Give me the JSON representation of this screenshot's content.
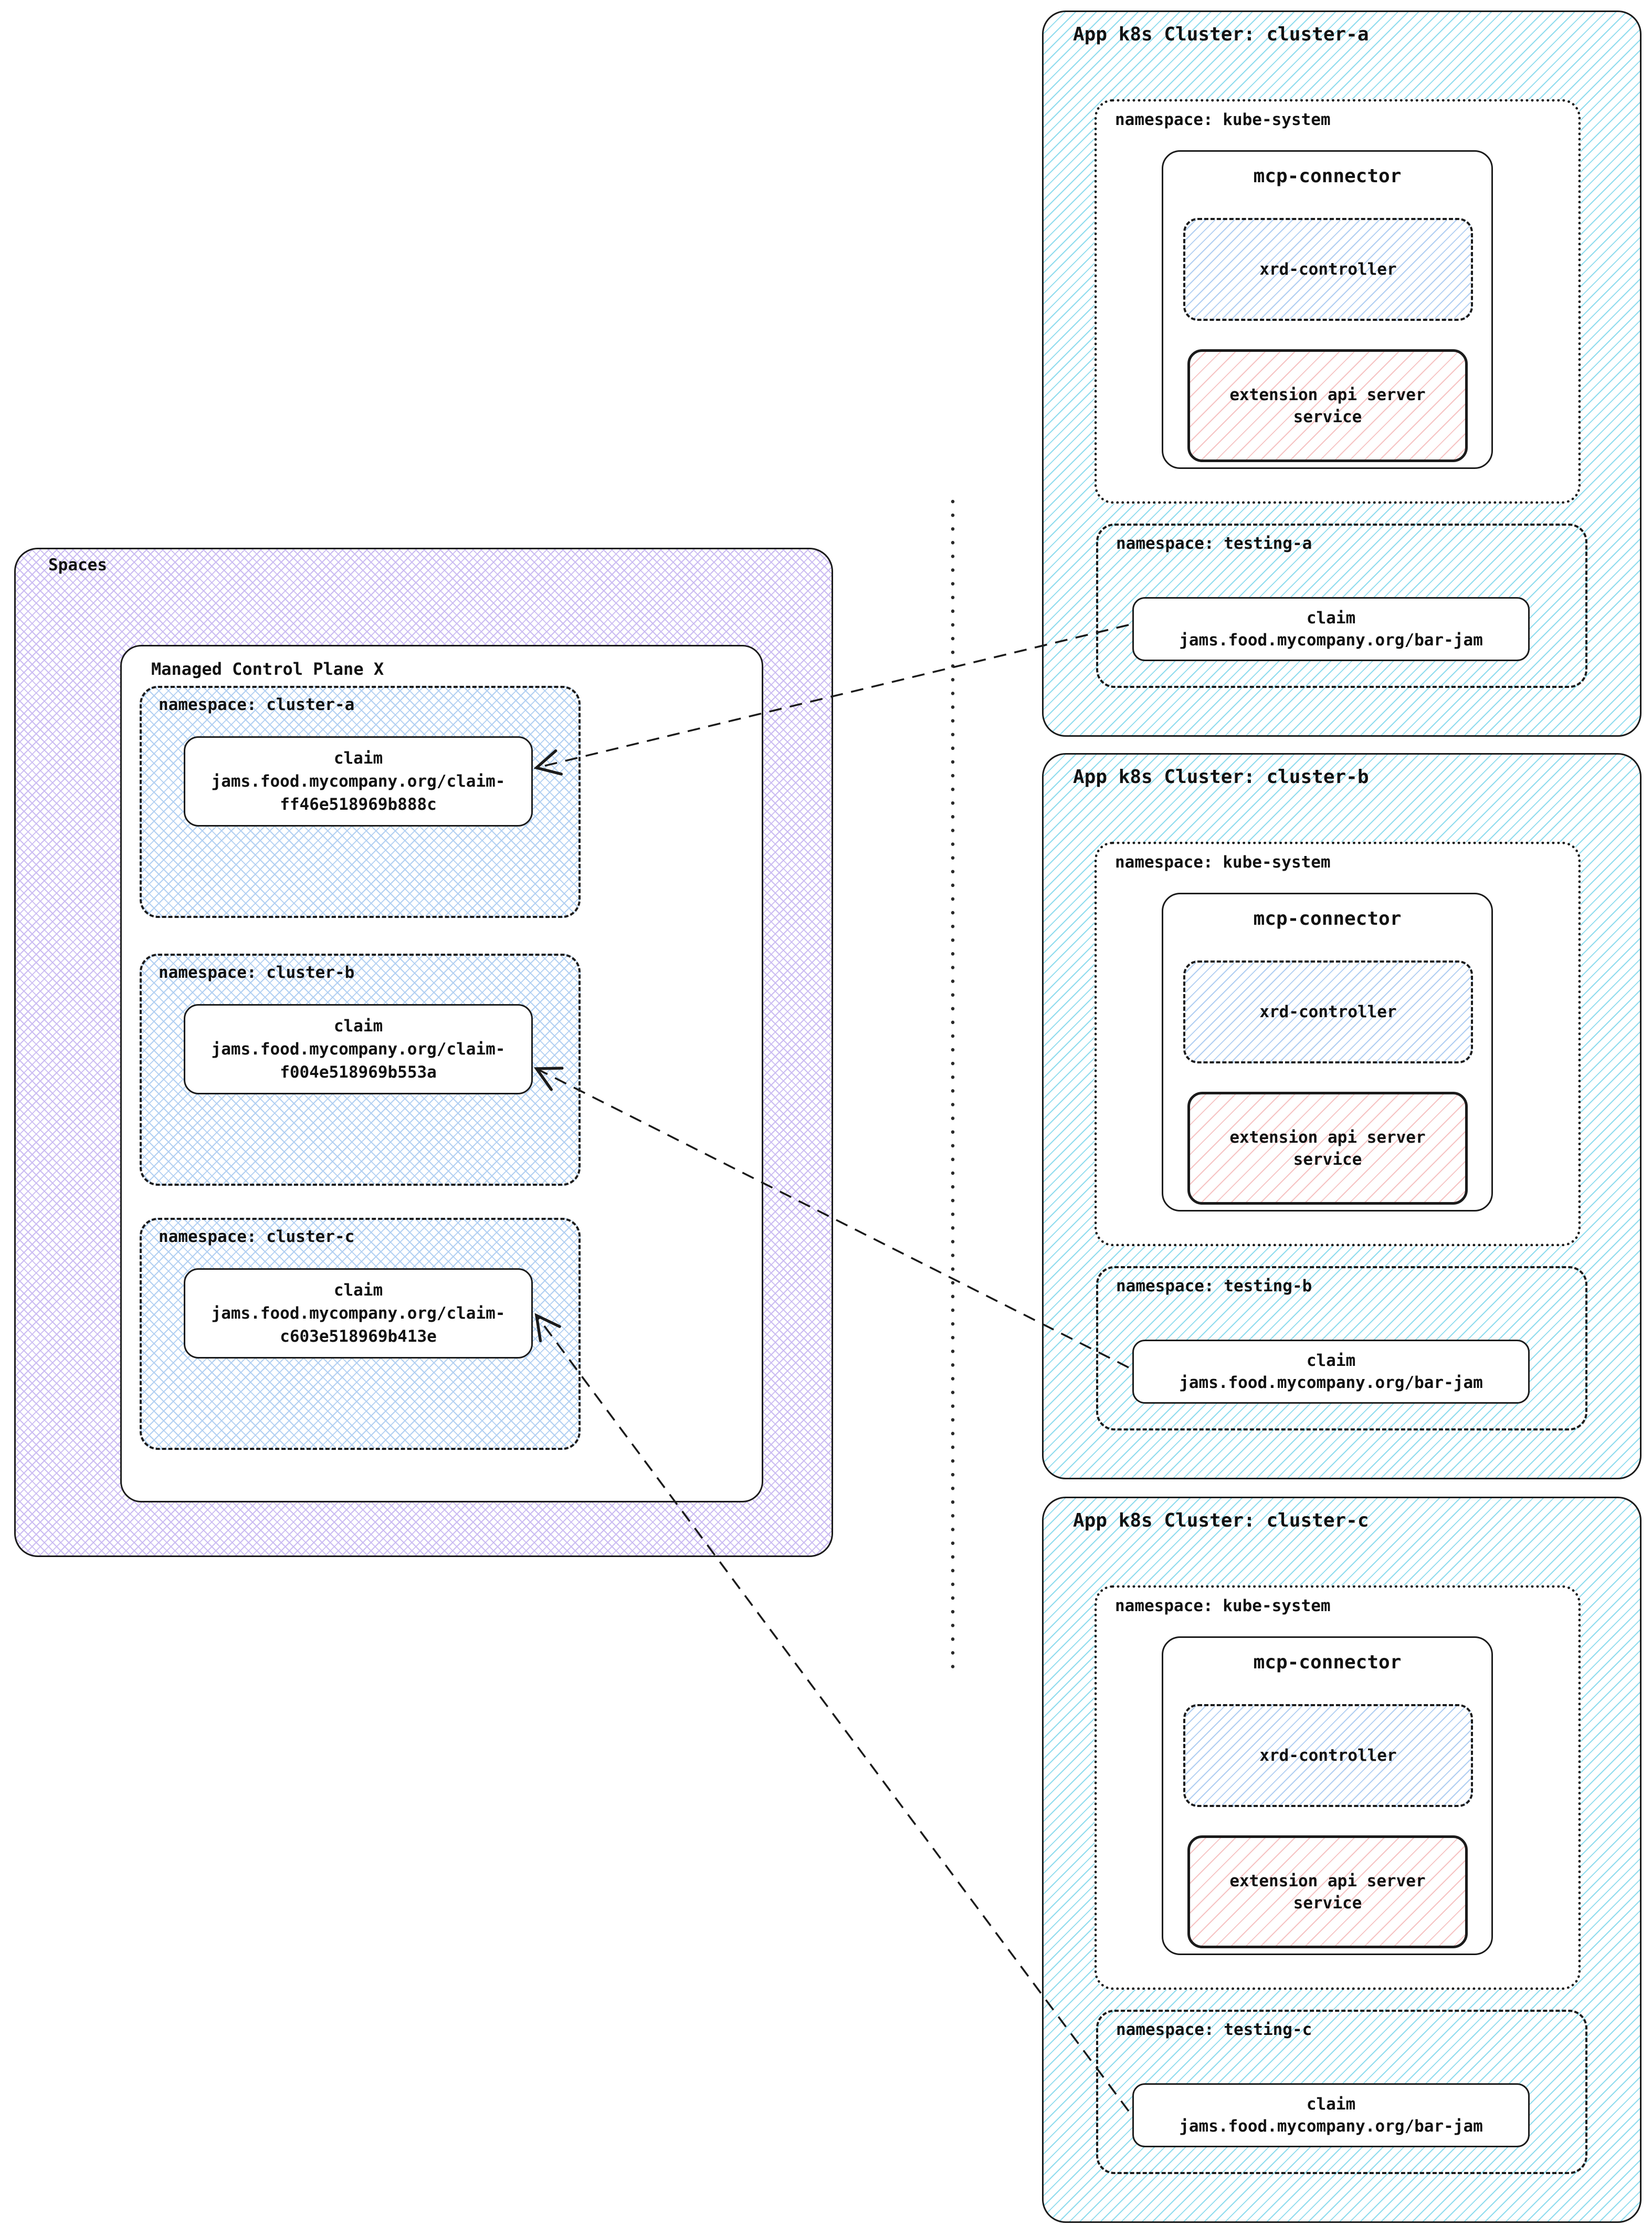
{
  "spaces": {
    "label": "Spaces",
    "mcp": {
      "label": "Managed Control Plane X",
      "namespaces": [
        {
          "label": "namespace: cluster-a",
          "claim": {
            "title": "claim",
            "lines": [
              "jams.food.mycompany.org/claim-",
              "ff46e518969b888c"
            ]
          }
        },
        {
          "label": "namespace: cluster-b",
          "claim": {
            "title": "claim",
            "lines": [
              "jams.food.mycompany.org/claim-",
              "f004e518969b553a"
            ]
          }
        },
        {
          "label": "namespace: cluster-c",
          "claim": {
            "title": "claim",
            "lines": [
              "jams.food.mycompany.org/claim-",
              "c603e518969b413e"
            ]
          }
        }
      ]
    }
  },
  "clusters": [
    {
      "title": "App k8s Cluster: cluster-a",
      "kube_namespace_label": "namespace: kube-system",
      "mcp_connector_label": "mcp-connector",
      "xrd_label": "xrd-controller",
      "extension_label": "extension api server service",
      "testing_namespace_label": "namespace: testing-a",
      "claim": {
        "title": "claim",
        "line": "jams.food.mycompany.org/bar-jam"
      }
    },
    {
      "title": "App k8s Cluster: cluster-b",
      "kube_namespace_label": "namespace: kube-system",
      "mcp_connector_label": "mcp-connector",
      "xrd_label": "xrd-controller",
      "extension_label": "extension api server service",
      "testing_namespace_label": "namespace: testing-b",
      "claim": {
        "title": "claim",
        "line": "jams.food.mycompany.org/bar-jam"
      }
    },
    {
      "title": "App k8s Cluster: cluster-c",
      "kube_namespace_label": "namespace: kube-system",
      "mcp_connector_label": "mcp-connector",
      "xrd_label": "xrd-controller",
      "extension_label": "extension api server service",
      "testing_namespace_label": "namespace: testing-c",
      "claim": {
        "title": "claim",
        "line": "jams.food.mycompany.org/bar-jam"
      }
    }
  ],
  "colors": {
    "border": "#1b1b1b",
    "text": "#121212",
    "cluster_hatch": "#8fdcee",
    "namespace_crosshatch": "#b2d0f2",
    "spaces_crosshatch": "#cbbcf2",
    "xrd_hatch": "#b0cef2",
    "extension_hatch": "#f6c3c3"
  }
}
